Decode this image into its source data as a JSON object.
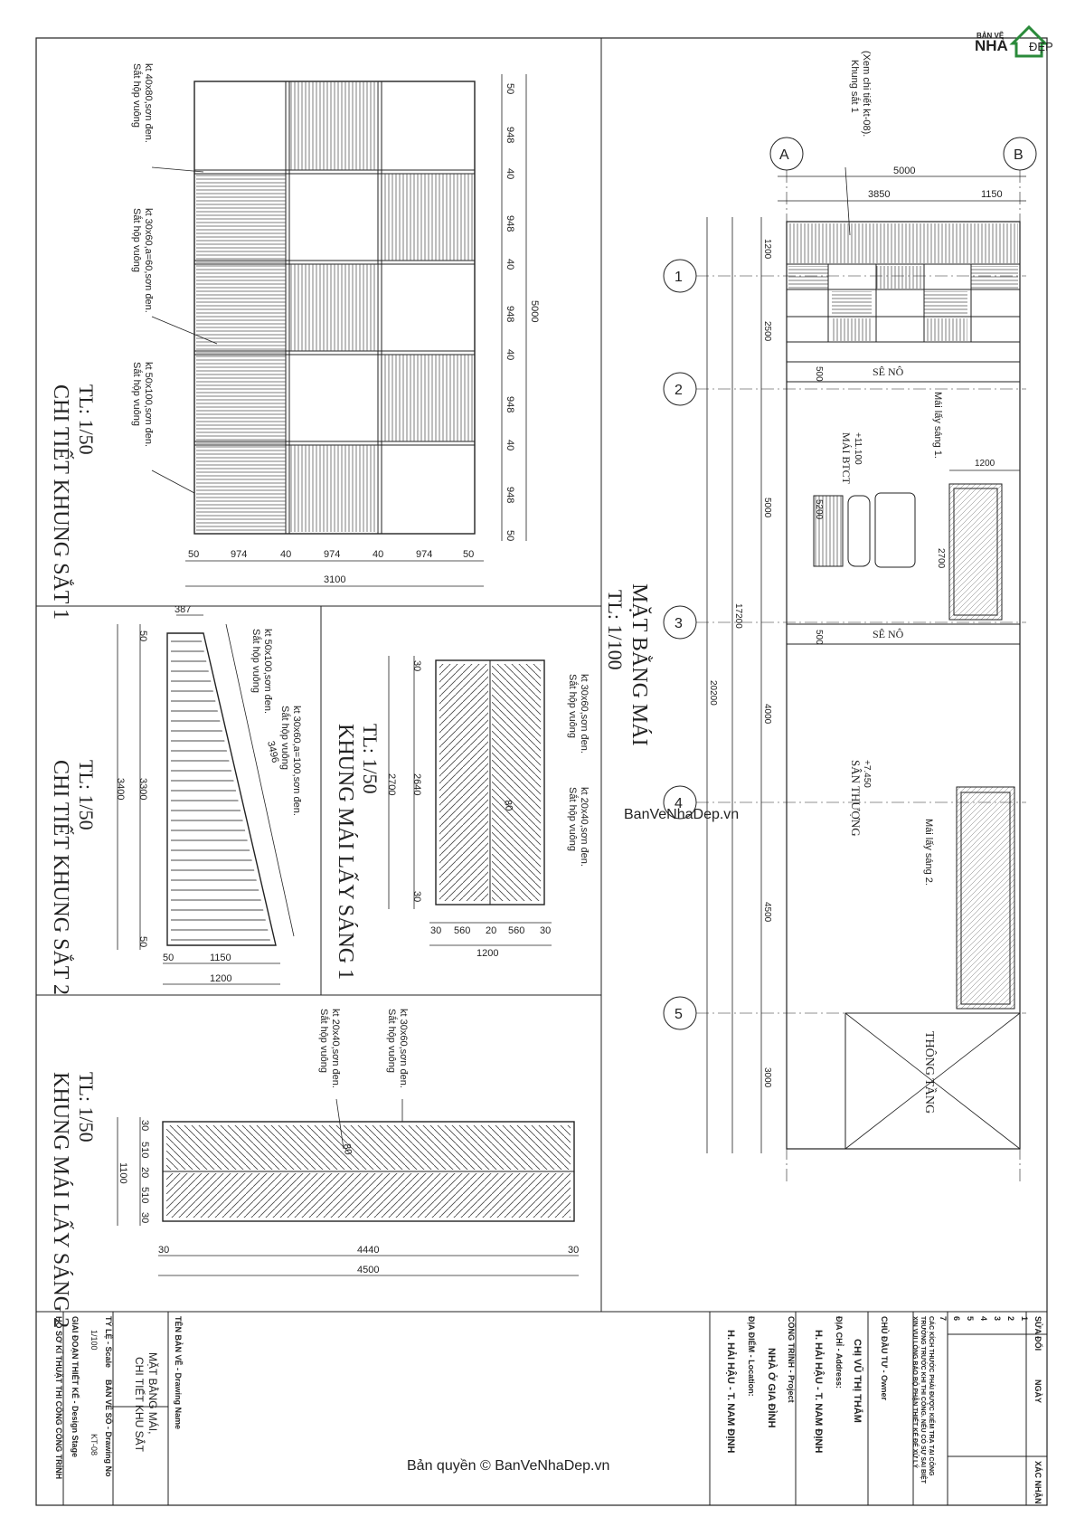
{
  "logo": {
    "top": "BẢN VẼ",
    "left": "NHÀ",
    "right": "ĐẸP"
  },
  "watermark_center": "BanVeNhaDep.vn",
  "watermark_bottom": "Bản quyền © BanVeNhaDep.vn",
  "khung_sat_1": {
    "title": "CHI TIẾT KHUNG SẮT 1",
    "scale": "TL: 1/50",
    "labels": [
      "Sắt hộp vuông",
      "kt 40x80,sơn đen.",
      "Sắt hộp vuông",
      "kt 30x60,a=60,sơn đen.",
      "Sắt hộp vuông",
      "kt 50x100,sơn đen."
    ],
    "dims_right": [
      "50",
      "948",
      "40",
      "948",
      "40",
      "948",
      "40",
      "948",
      "40",
      "948",
      "50"
    ],
    "dim_total_right": "5000",
    "dims_bottom": [
      "50",
      "974",
      "40",
      "974",
      "40",
      "974",
      "50"
    ],
    "dim_total_bottom": "3100"
  },
  "khung_sat_2": {
    "title": "CHI TIẾT KHUNG SẮT 2",
    "scale": "TL: 1/50",
    "labels": [
      "Sắt hộp vuông",
      "kt 50x100,sơn đen.",
      "Sắt hộp vuông",
      "kt 30x60,a=100,sơn đen."
    ],
    "dim_top": "387",
    "dim_diag": "3496",
    "dims_left": [
      "50",
      "3300",
      "50"
    ],
    "dim_total_left": "3400",
    "dims_bottom": [
      "50",
      "1150"
    ],
    "dim_total_bottom": "1200"
  },
  "khung_mai_1": {
    "title": "KHUNG MÁI LẤY SÁNG 1",
    "scale": "TL: 1/50",
    "labels": [
      "Sắt hộp vuông",
      "kt 30x60,sơn đen.",
      "Sắt hộp vuông",
      "kt 20x40,sơn đen."
    ],
    "angle": "80",
    "dims_left": [
      "30",
      "2640",
      "30"
    ],
    "dim_total_left": "2700",
    "dims_bottom": [
      "30",
      "560",
      "20",
      "560",
      "30"
    ],
    "dim_total_bottom": "1200"
  },
  "khung_mai_2": {
    "title": "KHUNG MÁI LẤY SÁNG 2",
    "scale": "TL: 1/50",
    "labels": [
      "Sắt hộp vuông",
      "kt 30x60,sơn đen.",
      "Sắt hộp vuông",
      "kt 20x40,sơn đen."
    ],
    "angle": "80",
    "dims_left": [
      "30",
      "510",
      "20",
      "510",
      "30"
    ],
    "dim_total_left": "1100",
    "dims_bottom": [
      "30",
      "4440",
      "30"
    ],
    "dim_total_bottom": "4500"
  },
  "mat_bang": {
    "title": "MẶT BẰNG MÁI",
    "scale": "TL: 1/100",
    "grid_cols": [
      "A",
      "B"
    ],
    "grid_rows": [
      "1",
      "2",
      "3",
      "4",
      "5"
    ],
    "dims_top": [
      "5000",
      "3850",
      "1150"
    ],
    "dims_left": [
      "1200",
      "2500",
      "5000",
      "4000",
      "4500",
      "3000"
    ],
    "dim_17200": "17200",
    "dim_20200": "20200",
    "dim_500": "500",
    "dim_5200": "5200",
    "dim_2700": "2700",
    "dim_1200": "1200",
    "se_no": "SÊ NÔ",
    "mai_btct": "MÁI BTCT",
    "level_mai": "+11.100",
    "san_thuong": "SÂN THƯỢNG",
    "level_san": "+7.450",
    "thong_tang": "THÔNG TẦNG",
    "khung_sat_note": [
      "Khung sắt 1",
      "(Xem chi tiết kt-08)."
    ],
    "mai_lay_sang_1": "Mái lấy sáng 1.",
    "mai_lay_sang_2": "Mái lấy sáng 2."
  },
  "title_block": {
    "revision_header": [
      "SỬA ĐỔI",
      "NGÀY",
      "XÁC NHẬN"
    ],
    "revision_rows": [
      "1",
      "2",
      "3",
      "4",
      "5",
      "6",
      "7"
    ],
    "note": [
      "CÁC KÍCH THƯỚC PHẢI ĐƯỢC KIỂM TRA TẠI CÔNG",
      "TRƯỜNG TRƯỚC KHI THI CÔNG. NẾU CÓ SỰ SAI BIỆT",
      "XIN VUI LÒNG BÁO BỘ PHẬN THIẾT KẾ ĐỂ XỬ LÝ"
    ],
    "owner_label": "CHỦ ĐẦU TƯ - Owner",
    "owner": "CHỊ VŨ THỊ THẮM",
    "address_label": "ĐỊA CHỈ - Address:",
    "address": "H. HẢI HẬU - T. NAM ĐỊNH",
    "project_label": "CÔNG TRÌNH - Project",
    "project": "NHÀ Ở GIA ĐÌNH",
    "location_label": "ĐỊA ĐIỂM - Location:",
    "location": "H. HẢI HẬU - T. NAM ĐỊNH",
    "drawing_name_label": "TÊN BẢN VẼ - Drawing Name",
    "drawing_name_1": "MẶT BẰNG MÁI,",
    "drawing_name_2": "CHI TIẾT KHU SẮT",
    "scale_label": "TỶ LỆ - Scale",
    "scale": "1/100",
    "drawing_no_label": "BẢN VẼ SỐ - Drawing No",
    "drawing_no": "KT-08",
    "stage_label": "GIAI ĐOẠN THIẾT KẾ - Design Stage",
    "stage": "HỒ SƠ KĨ THUẬT THI CÔNG CÔNG TRÌNH"
  }
}
